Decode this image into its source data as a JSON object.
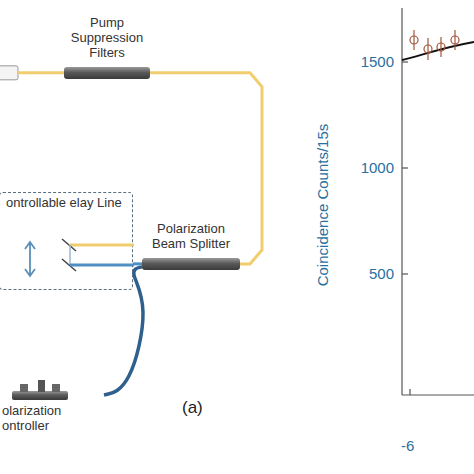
{
  "diagram": {
    "nodes": [
      {
        "text": [
          "Pump Suppression Filters"
        ]
      },
      {
        "text": [
          "Polarization Beam Splitter"
        ]
      },
      {
        "text": [
          "ontrollable elay Line"
        ]
      },
      {
        "text": [
          "olarization ontroller"
        ]
      }
    ],
    "edges": [
      {
        "from": 0,
        "to": 1,
        "arrow": "none"
      },
      {
        "from": 1,
        "to": 2,
        "arrow": "none"
      },
      {
        "from": 1,
        "to": 3,
        "arrow": "none"
      }
    ],
    "labels": [
      "(a)",
      "Coincidence Counts/15s",
      "1500",
      "1000",
      "500",
      "-6"
    ]
  }
}
